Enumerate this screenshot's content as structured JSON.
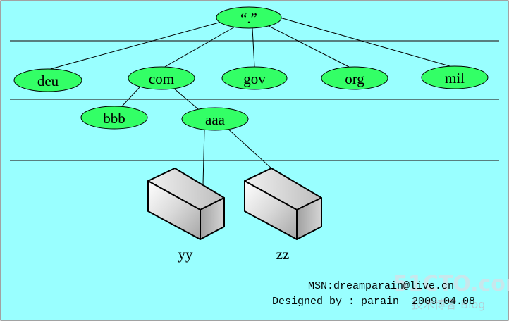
{
  "colors": {
    "background": "#99ffff",
    "node_fill": "#33ff66",
    "server_light": "#f4f4f4",
    "server_dark": "#8c8c8c"
  },
  "nodes": {
    "root": "“.”",
    "deu": "deu",
    "com": "com",
    "gov": "gov",
    "org": "org",
    "mil": "mil",
    "bbb": "bbb",
    "aaa": "aaa"
  },
  "hosts": {
    "yy": "yy",
    "zz": "zz"
  },
  "credits": {
    "msn": "MSN:dreamparain@live.cn",
    "designed": "Designed by : parain  2009.04.08"
  },
  "watermark": {
    "logo_text": "51CTO.com",
    "sub_text": "技术博客  Blog"
  }
}
